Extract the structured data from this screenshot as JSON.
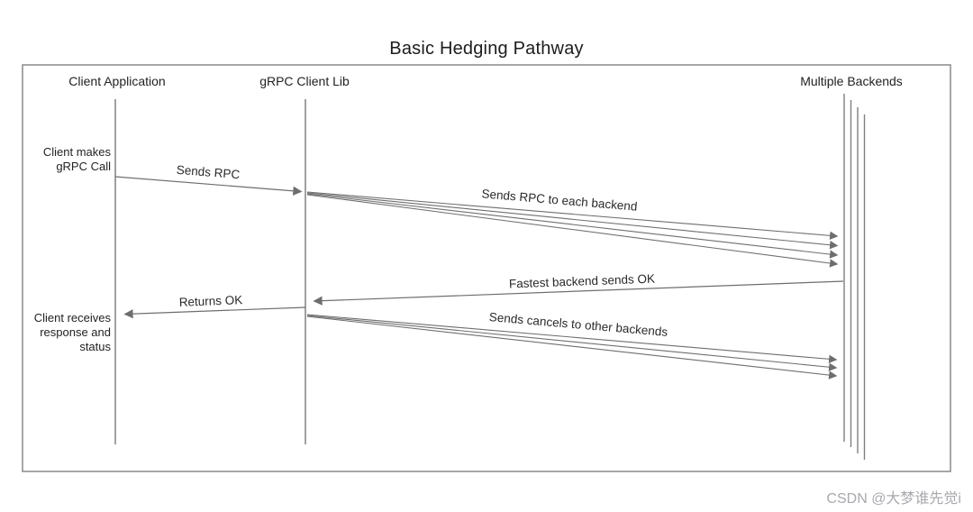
{
  "title": "Basic Hedging Pathway",
  "participants": {
    "client_app": {
      "label": "Client Application"
    },
    "grpc_lib": {
      "label": "gRPC Client Lib"
    },
    "backends": {
      "label": "Multiple Backends",
      "lifeline_count": 4
    }
  },
  "annotations": {
    "client_makes": {
      "line1": "Client makes",
      "line2": "gRPC Call"
    },
    "client_receives": {
      "line1": "Client receives",
      "line2": "response and",
      "line3": "status"
    }
  },
  "messages": {
    "sends_rpc": {
      "label": "Sends RPC",
      "from": "Client Application",
      "to": "gRPC Client Lib",
      "arrow_count": 1
    },
    "sends_rpc_each": {
      "label": "Sends RPC to each backend",
      "from": "gRPC Client Lib",
      "to": "Multiple Backends",
      "arrow_count": 4
    },
    "fastest_ok": {
      "label": "Fastest backend sends OK",
      "from": "Multiple Backends",
      "to": "gRPC Client Lib",
      "arrow_count": 1
    },
    "returns_ok": {
      "label": "Returns OK",
      "from": "gRPC Client Lib",
      "to": "Client Application",
      "arrow_count": 1
    },
    "sends_cancels": {
      "label": "Sends cancels to other backends",
      "from": "gRPC Client Lib",
      "to": "Multiple Backends",
      "arrow_count": 3
    }
  },
  "watermark": "CSDN @大梦谁先觉i",
  "colors": {
    "background": "#ffffff",
    "box_border": "#8a8a8a",
    "lifeline": "#808080",
    "arrow": "#6e6e6e",
    "text": "#222222",
    "watermark": "#a9a9ae"
  }
}
